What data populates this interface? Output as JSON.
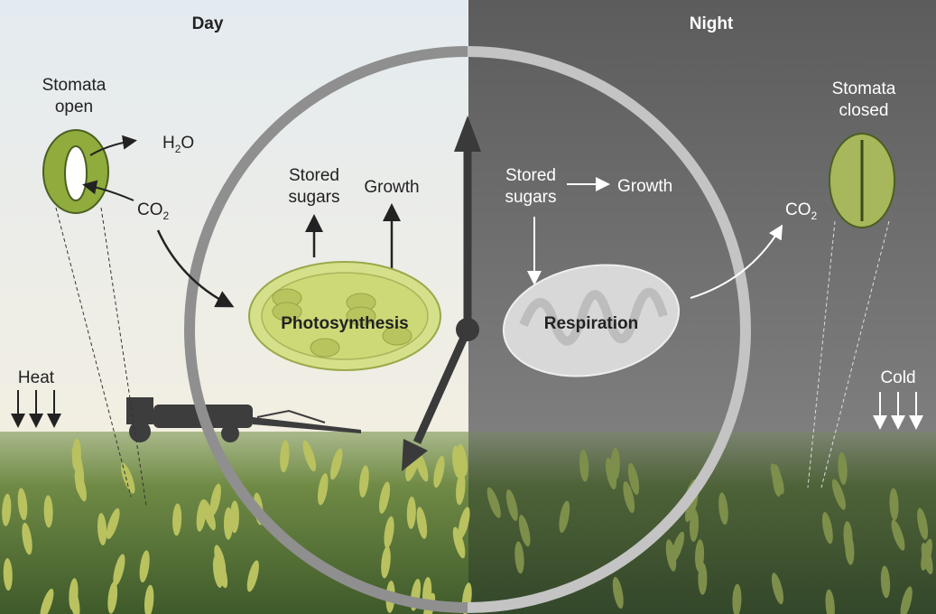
{
  "panels": {
    "day": {
      "title": "Day"
    },
    "night": {
      "title": "Night"
    }
  },
  "day": {
    "stomata_label_1": "Stomata",
    "stomata_label_2": "open",
    "h2o": {
      "main": "H",
      "sub": "2",
      "tail": "O"
    },
    "co2": {
      "main": "CO",
      "sub": "2"
    },
    "stored_sugars_1": "Stored",
    "stored_sugars_2": "sugars",
    "growth": "Growth",
    "process": "Photosynthesis",
    "heat": "Heat"
  },
  "night": {
    "stomata_label_1": "Stomata",
    "stomata_label_2": "closed",
    "stored_sugars_1": "Stored",
    "stored_sugars_2": "sugars",
    "growth": "Growth",
    "process": "Respiration",
    "co2": {
      "main": "CO",
      "sub": "2"
    },
    "cold": "Cold"
  },
  "colors": {
    "day_sky": "#e6ecef",
    "day_horizon": "#f4ecd6",
    "night_sky": "#5f5f5f",
    "night_horizon": "#8a8a8a",
    "field": "#5d7a3a",
    "chloroplast": "#d6e08a",
    "clock_hand": "#3a3a3a"
  }
}
